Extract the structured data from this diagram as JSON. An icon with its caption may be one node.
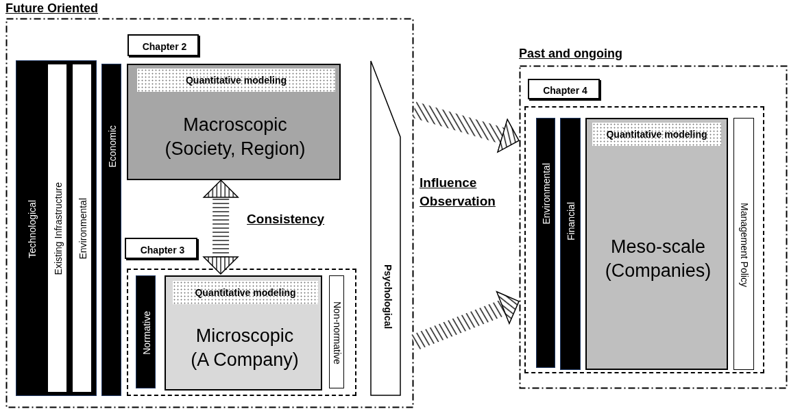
{
  "diagram": {
    "nodes": [
      {
        "text": [
          "Future Oriented"
        ]
      },
      {
        "text": [
          "Chapter 2"
        ],
        "in": 0
      },
      {
        "text": [
          "Technological"
        ],
        "in": 0
      },
      {
        "text": [
          "Existing Infrastructure"
        ],
        "in": 2
      },
      {
        "text": [
          "Environmental"
        ],
        "in": 2
      },
      {
        "text": [
          "Economic"
        ],
        "in": 0
      },
      {
        "text": [
          "Macroscopic (Society, Region)"
        ],
        "in": 0
      },
      {
        "text": [
          "Quantitative modeling"
        ],
        "in": 6
      },
      {
        "text": [
          "Psychological"
        ],
        "in": 0
      },
      {
        "text": [
          "Chapter 3"
        ],
        "in": 0
      },
      {
        "text": [],
        "shape": "box",
        "in": 0
      },
      {
        "text": [
          "Normative"
        ],
        "in": 10
      },
      {
        "text": [
          "Microscopic (A Company)"
        ],
        "in": 10
      },
      {
        "text": [
          "Quantitative modeling"
        ],
        "in": 12
      },
      {
        "text": [
          "Non-normative"
        ],
        "in": 10
      },
      {
        "text": [
          "Past and ongoing"
        ]
      },
      {
        "text": [
          "Chapter 4"
        ],
        "in": 15
      },
      {
        "text": [],
        "shape": "box",
        "in": 15
      },
      {
        "text": [
          "Environmental"
        ],
        "in": 17
      },
      {
        "text": [
          "Financial"
        ],
        "in": 17
      },
      {
        "text": [
          "Meso-scale (Companies)"
        ],
        "in": 17
      },
      {
        "text": [
          "Quantitative modeling"
        ],
        "in": 20
      },
      {
        "text": [
          "Management Policy"
        ],
        "in": 17
      }
    ],
    "edges": [
      {
        "from": 6,
        "to": 12,
        "arrow": "both",
        "label": "Consistency"
      },
      {
        "from": 0,
        "to": 15,
        "arrow": "to"
      },
      {
        "from": 0,
        "to": 15,
        "arrow": "to"
      }
    ],
    "labels": [
      "Influence Observation"
    ]
  }
}
